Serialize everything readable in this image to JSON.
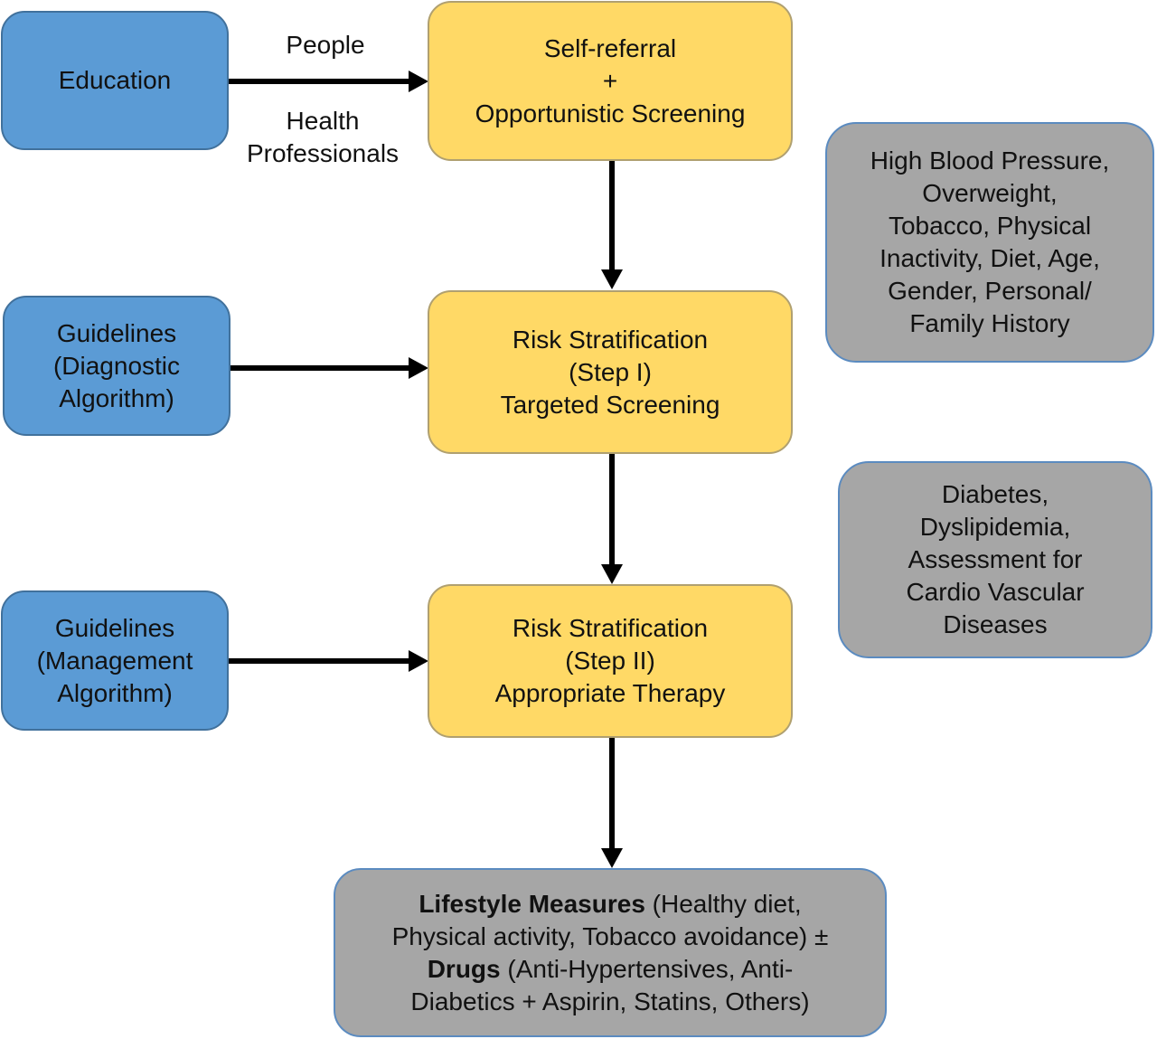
{
  "education": {
    "label": "Education"
  },
  "edge_labels": {
    "people": "People",
    "health_professionals": [
      "Health",
      "Professionals"
    ]
  },
  "guidelines_diagnostic": {
    "lines": [
      "Guidelines",
      "(Diagnostic",
      "Algorithm)"
    ]
  },
  "guidelines_management": {
    "lines": [
      "Guidelines",
      "(Management",
      "Algorithm)"
    ]
  },
  "self_referral": {
    "lines": [
      "Self-referral",
      "+",
      "Opportunistic Screening"
    ]
  },
  "risk_step1": {
    "lines": [
      "Risk Stratification",
      "(Step I)",
      "Targeted Screening"
    ]
  },
  "risk_step2": {
    "lines": [
      "Risk Stratification",
      "(Step II)",
      "Appropriate Therapy"
    ]
  },
  "risk_factors": {
    "lines": [
      "High Blood Pressure,",
      "Overweight,",
      "Tobacco, Physical",
      "Inactivity, Diet, Age,",
      "Gender, Personal/",
      "Family History"
    ]
  },
  "conditions": {
    "lines": [
      "Diabetes,",
      "Dyslipidemia,",
      "Assessment for",
      "Cardio Vascular",
      "Diseases"
    ]
  },
  "outcome": {
    "lifestyle_bold": "Lifestyle Measures",
    "lifestyle_rest": " (Healthy diet,",
    "line2": "Physical activity, Tobacco avoidance) ±",
    "drugs_bold": "Drugs",
    "drugs_rest": " (Anti-Hypertensives, Anti-",
    "line4": "Diabetics + Aspirin, Statins, Others)"
  },
  "colors": {
    "blue_box": "#5b9bd5",
    "yellow_box": "#ffd966",
    "gray_box": "#a6a6a6",
    "arrow": "#000000"
  }
}
